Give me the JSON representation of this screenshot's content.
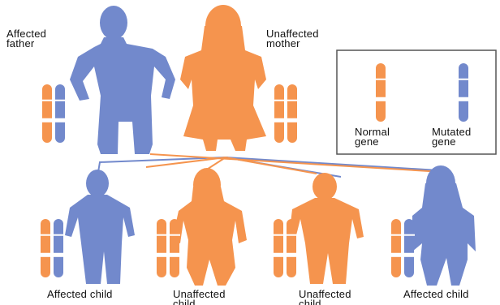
{
  "colors": {
    "affected": "#7289cc",
    "unaffected": "#f5944e",
    "band": "#ffffff",
    "legend_border": "#555555"
  },
  "parents": {
    "father": {
      "label": "Affected\nfather",
      "status": "affected",
      "chromosomes": [
        "normal",
        "mutated"
      ]
    },
    "mother": {
      "label": "Unaffected\nmother",
      "status": "unaffected",
      "chromosomes": [
        "normal",
        "normal"
      ]
    }
  },
  "legend": {
    "normal": {
      "label": "Normal\ngene",
      "icon": "chromosome-normal-icon"
    },
    "mutated": {
      "label": "Mutated\ngene",
      "icon": "chromosome-mutated-icon"
    }
  },
  "children": [
    {
      "label": "Affected child",
      "status": "affected",
      "chromosomes": [
        "normal",
        "mutated"
      ]
    },
    {
      "label": "Unaffected\nchild",
      "status": "unaffected",
      "chromosomes": [
        "normal",
        "normal"
      ]
    },
    {
      "label": "Unaffected\nchild",
      "status": "unaffected",
      "chromosomes": [
        "normal",
        "normal"
      ]
    },
    {
      "label": "Affected child",
      "status": "affected",
      "chromosomes": [
        "normal",
        "mutated"
      ]
    }
  ]
}
